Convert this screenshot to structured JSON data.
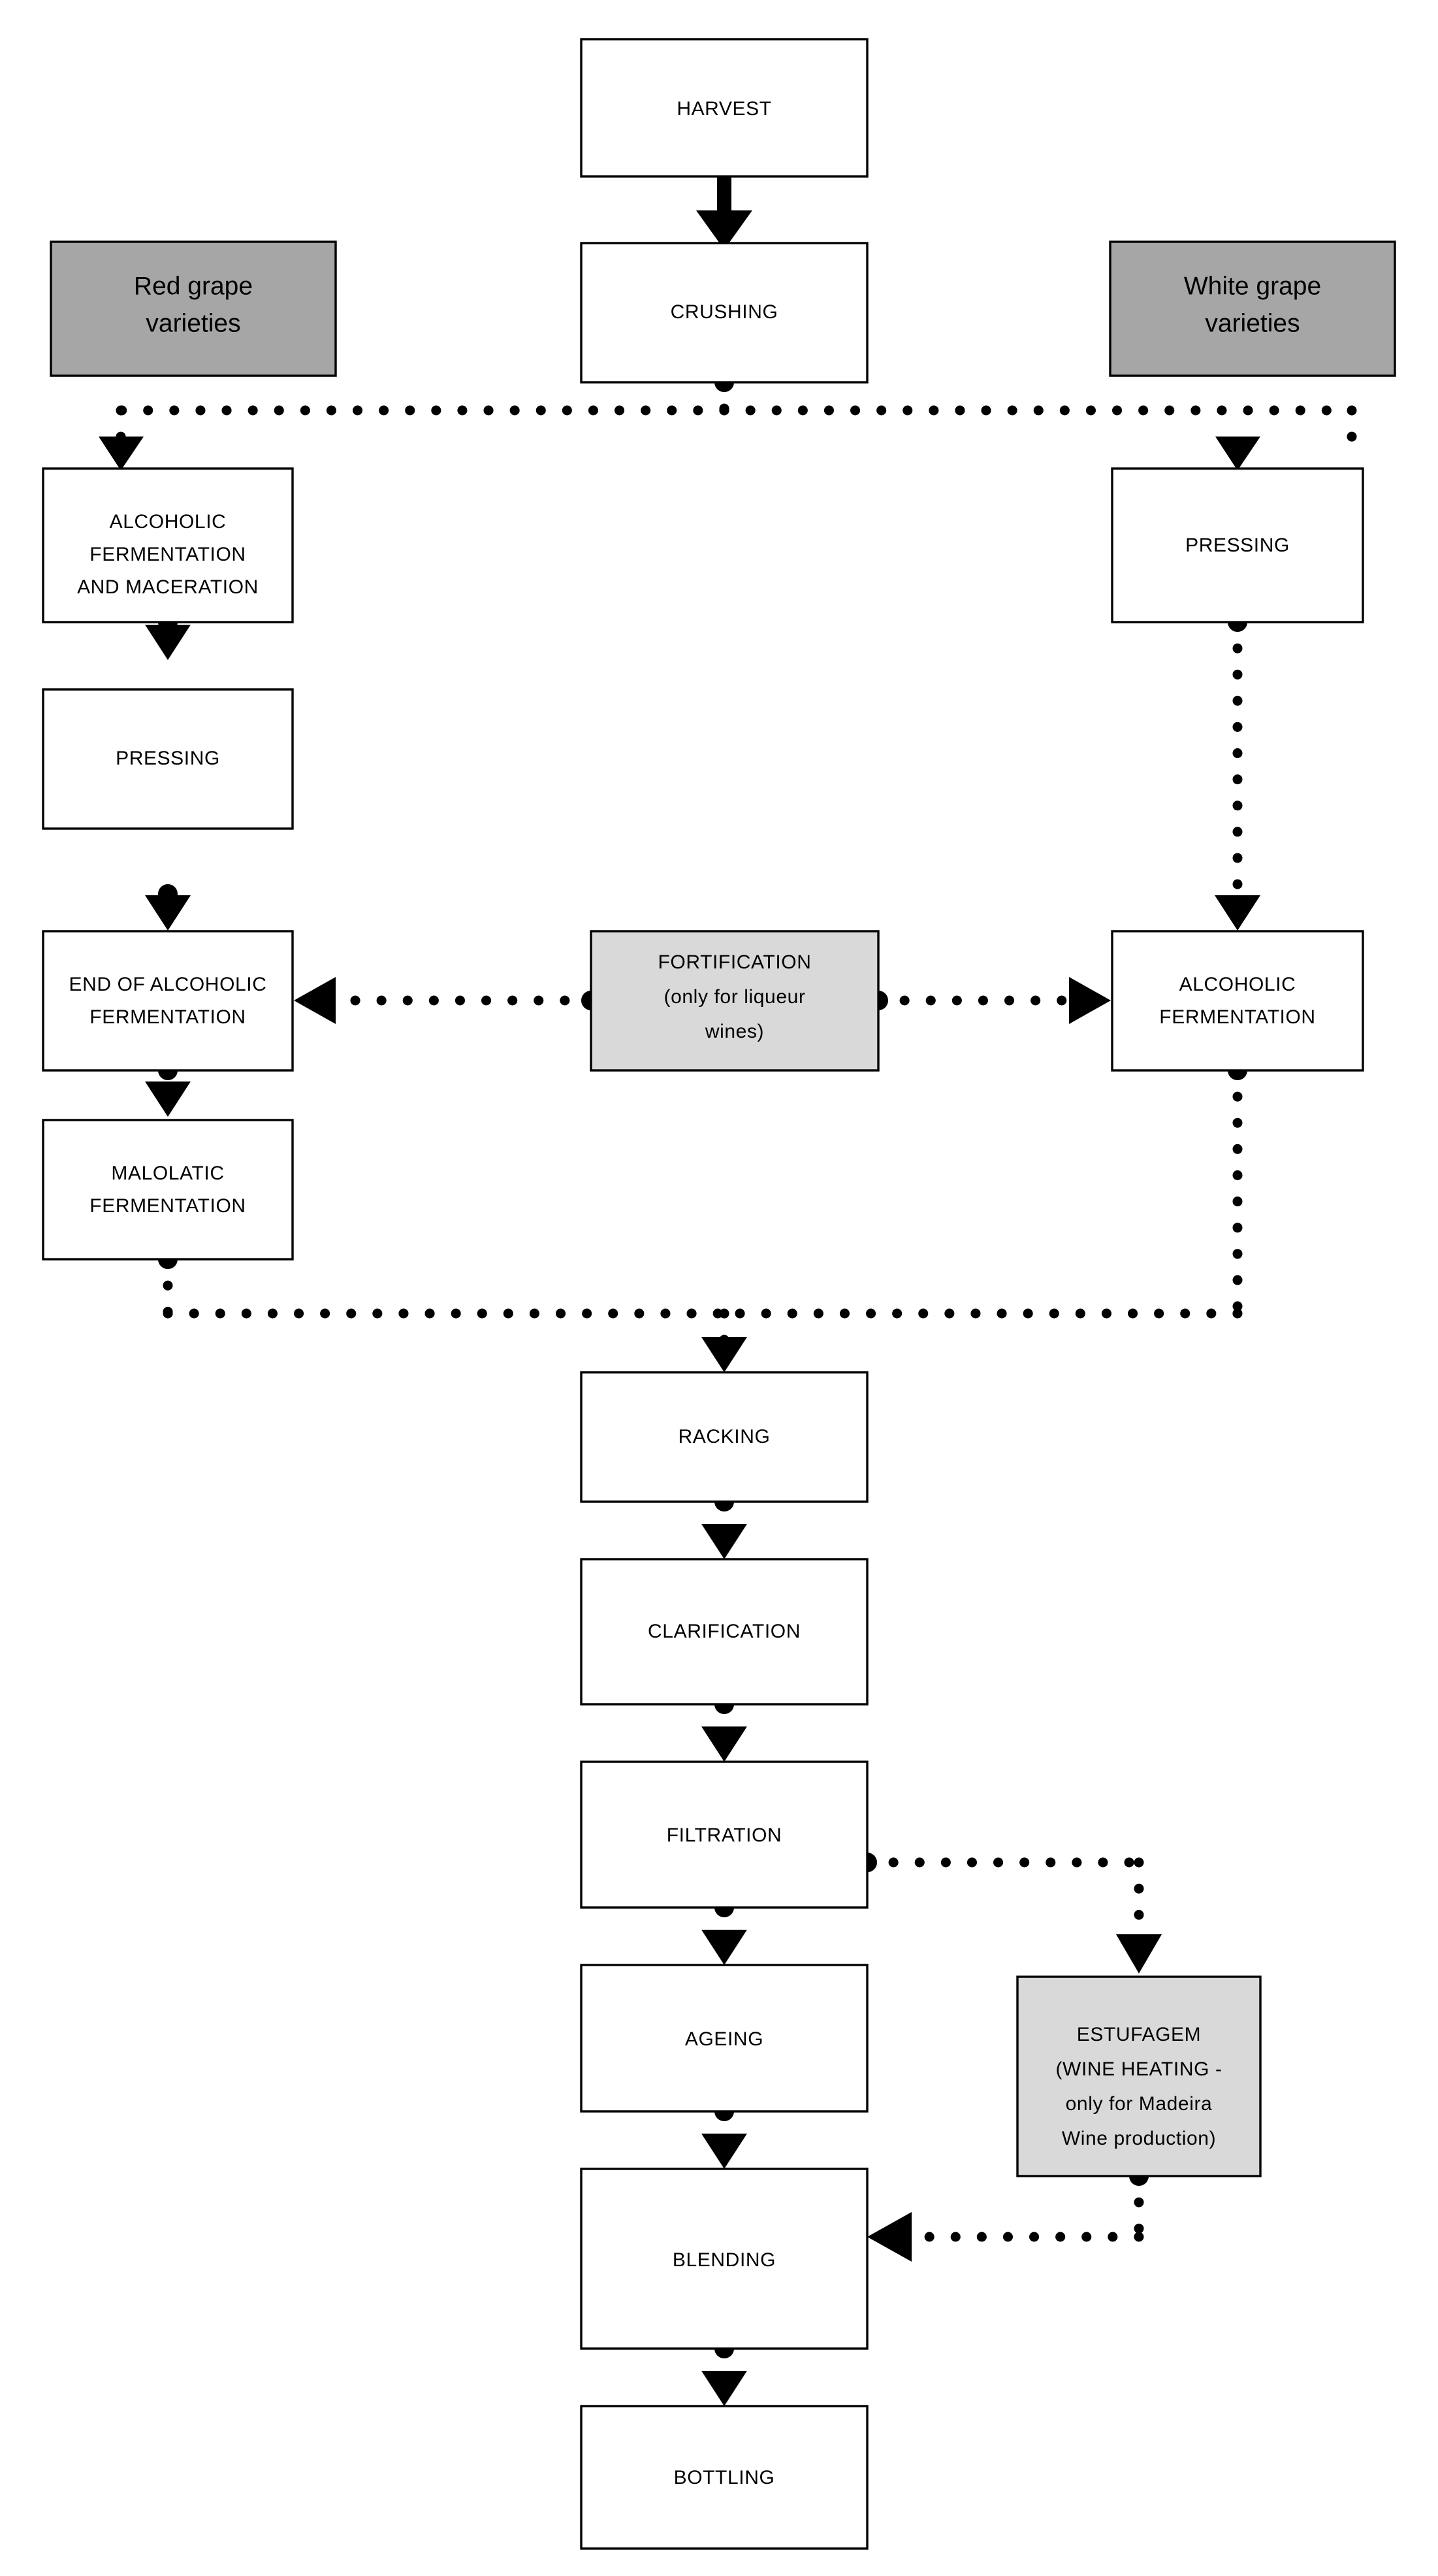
{
  "diagram": {
    "title": "Wine production process flowchart",
    "colors": {
      "grape_variety_fill": "#A6A6A6",
      "optional_step_fill": "#D9D9D9",
      "process_fill": "#FFFFFF",
      "stroke": "#000000"
    },
    "nodes": {
      "harvest": {
        "label": "HARVEST",
        "style": "process"
      },
      "crushing": {
        "label": "CRUSHING",
        "style": "process"
      },
      "red_grape_varieties": {
        "line1": "Red grape",
        "line2": "varieties",
        "style": "grape-variety"
      },
      "white_grape_varieties": {
        "line1": "White grape",
        "line2": "varieties",
        "style": "grape-variety"
      },
      "alcoholic_fermentation_and_maceration": {
        "line1": "ALCOHOLIC",
        "line2": "FERMENTATION",
        "line3": "AND MACERATION",
        "style": "process"
      },
      "pressing_red": {
        "label": "PRESSING",
        "style": "process"
      },
      "end_of_alcoholic_fermentation": {
        "line1": "END OF ALCOHOLIC",
        "line2": "FERMENTATION",
        "style": "process"
      },
      "malolatic_fermentation": {
        "line1": "MALOLATIC",
        "line2": "FERMENTATION",
        "style": "process"
      },
      "pressing_white": {
        "label": "PRESSING",
        "style": "process"
      },
      "alcoholic_fermentation": {
        "line1": "ALCOHOLIC",
        "line2": "FERMENTATION",
        "style": "process"
      },
      "fortification": {
        "line1": "FORTIFICATION",
        "line2": "(only for liqueur",
        "line3": "wines)",
        "style": "optional"
      },
      "racking": {
        "label": "RACKING",
        "style": "process"
      },
      "clarification": {
        "label": "CLARIFICATION",
        "style": "process"
      },
      "filtration": {
        "label": "FILTRATION",
        "style": "process"
      },
      "ageing": {
        "label": "AGEING",
        "style": "process"
      },
      "blending": {
        "label": "BLENDING",
        "style": "process"
      },
      "bottling": {
        "label": "BOTTLING",
        "style": "process"
      },
      "estufagem": {
        "line1": "ESTUFAGEM",
        "line2": "(WINE HEATING -",
        "line3": "only for Madeira",
        "line4": "Wine production)",
        "style": "optional"
      }
    },
    "edges": [
      {
        "from": "harvest",
        "to": "crushing",
        "kind": "solid-arrow"
      },
      {
        "from": "crushing",
        "to": "alcoholic_fermentation_and_maceration",
        "kind": "dotted-arrow"
      },
      {
        "from": "crushing",
        "to": "pressing_white",
        "kind": "dotted-arrow"
      },
      {
        "from": "alcoholic_fermentation_and_maceration",
        "to": "pressing_red",
        "kind": "solid-arrow"
      },
      {
        "from": "pressing_red",
        "to": "end_of_alcoholic_fermentation",
        "kind": "solid-arrow"
      },
      {
        "from": "end_of_alcoholic_fermentation",
        "to": "malolatic_fermentation",
        "kind": "solid-arrow"
      },
      {
        "from": "pressing_white",
        "to": "alcoholic_fermentation",
        "kind": "dotted-arrow"
      },
      {
        "from": "fortification",
        "to": "end_of_alcoholic_fermentation",
        "kind": "dotted-arrow"
      },
      {
        "from": "fortification",
        "to": "alcoholic_fermentation",
        "kind": "dotted-arrow"
      },
      {
        "from": "malolatic_fermentation",
        "to": "racking",
        "kind": "dotted-arrow"
      },
      {
        "from": "alcoholic_fermentation",
        "to": "racking",
        "kind": "dotted-arrow"
      },
      {
        "from": "racking",
        "to": "clarification",
        "kind": "solid-arrow"
      },
      {
        "from": "clarification",
        "to": "filtration",
        "kind": "solid-arrow"
      },
      {
        "from": "filtration",
        "to": "ageing",
        "kind": "solid-arrow"
      },
      {
        "from": "filtration",
        "to": "estufagem",
        "kind": "dotted-arrow"
      },
      {
        "from": "ageing",
        "to": "blending",
        "kind": "solid-arrow"
      },
      {
        "from": "estufagem",
        "to": "blending",
        "kind": "dotted-arrow"
      },
      {
        "from": "blending",
        "to": "bottling",
        "kind": "solid-arrow"
      }
    ]
  }
}
